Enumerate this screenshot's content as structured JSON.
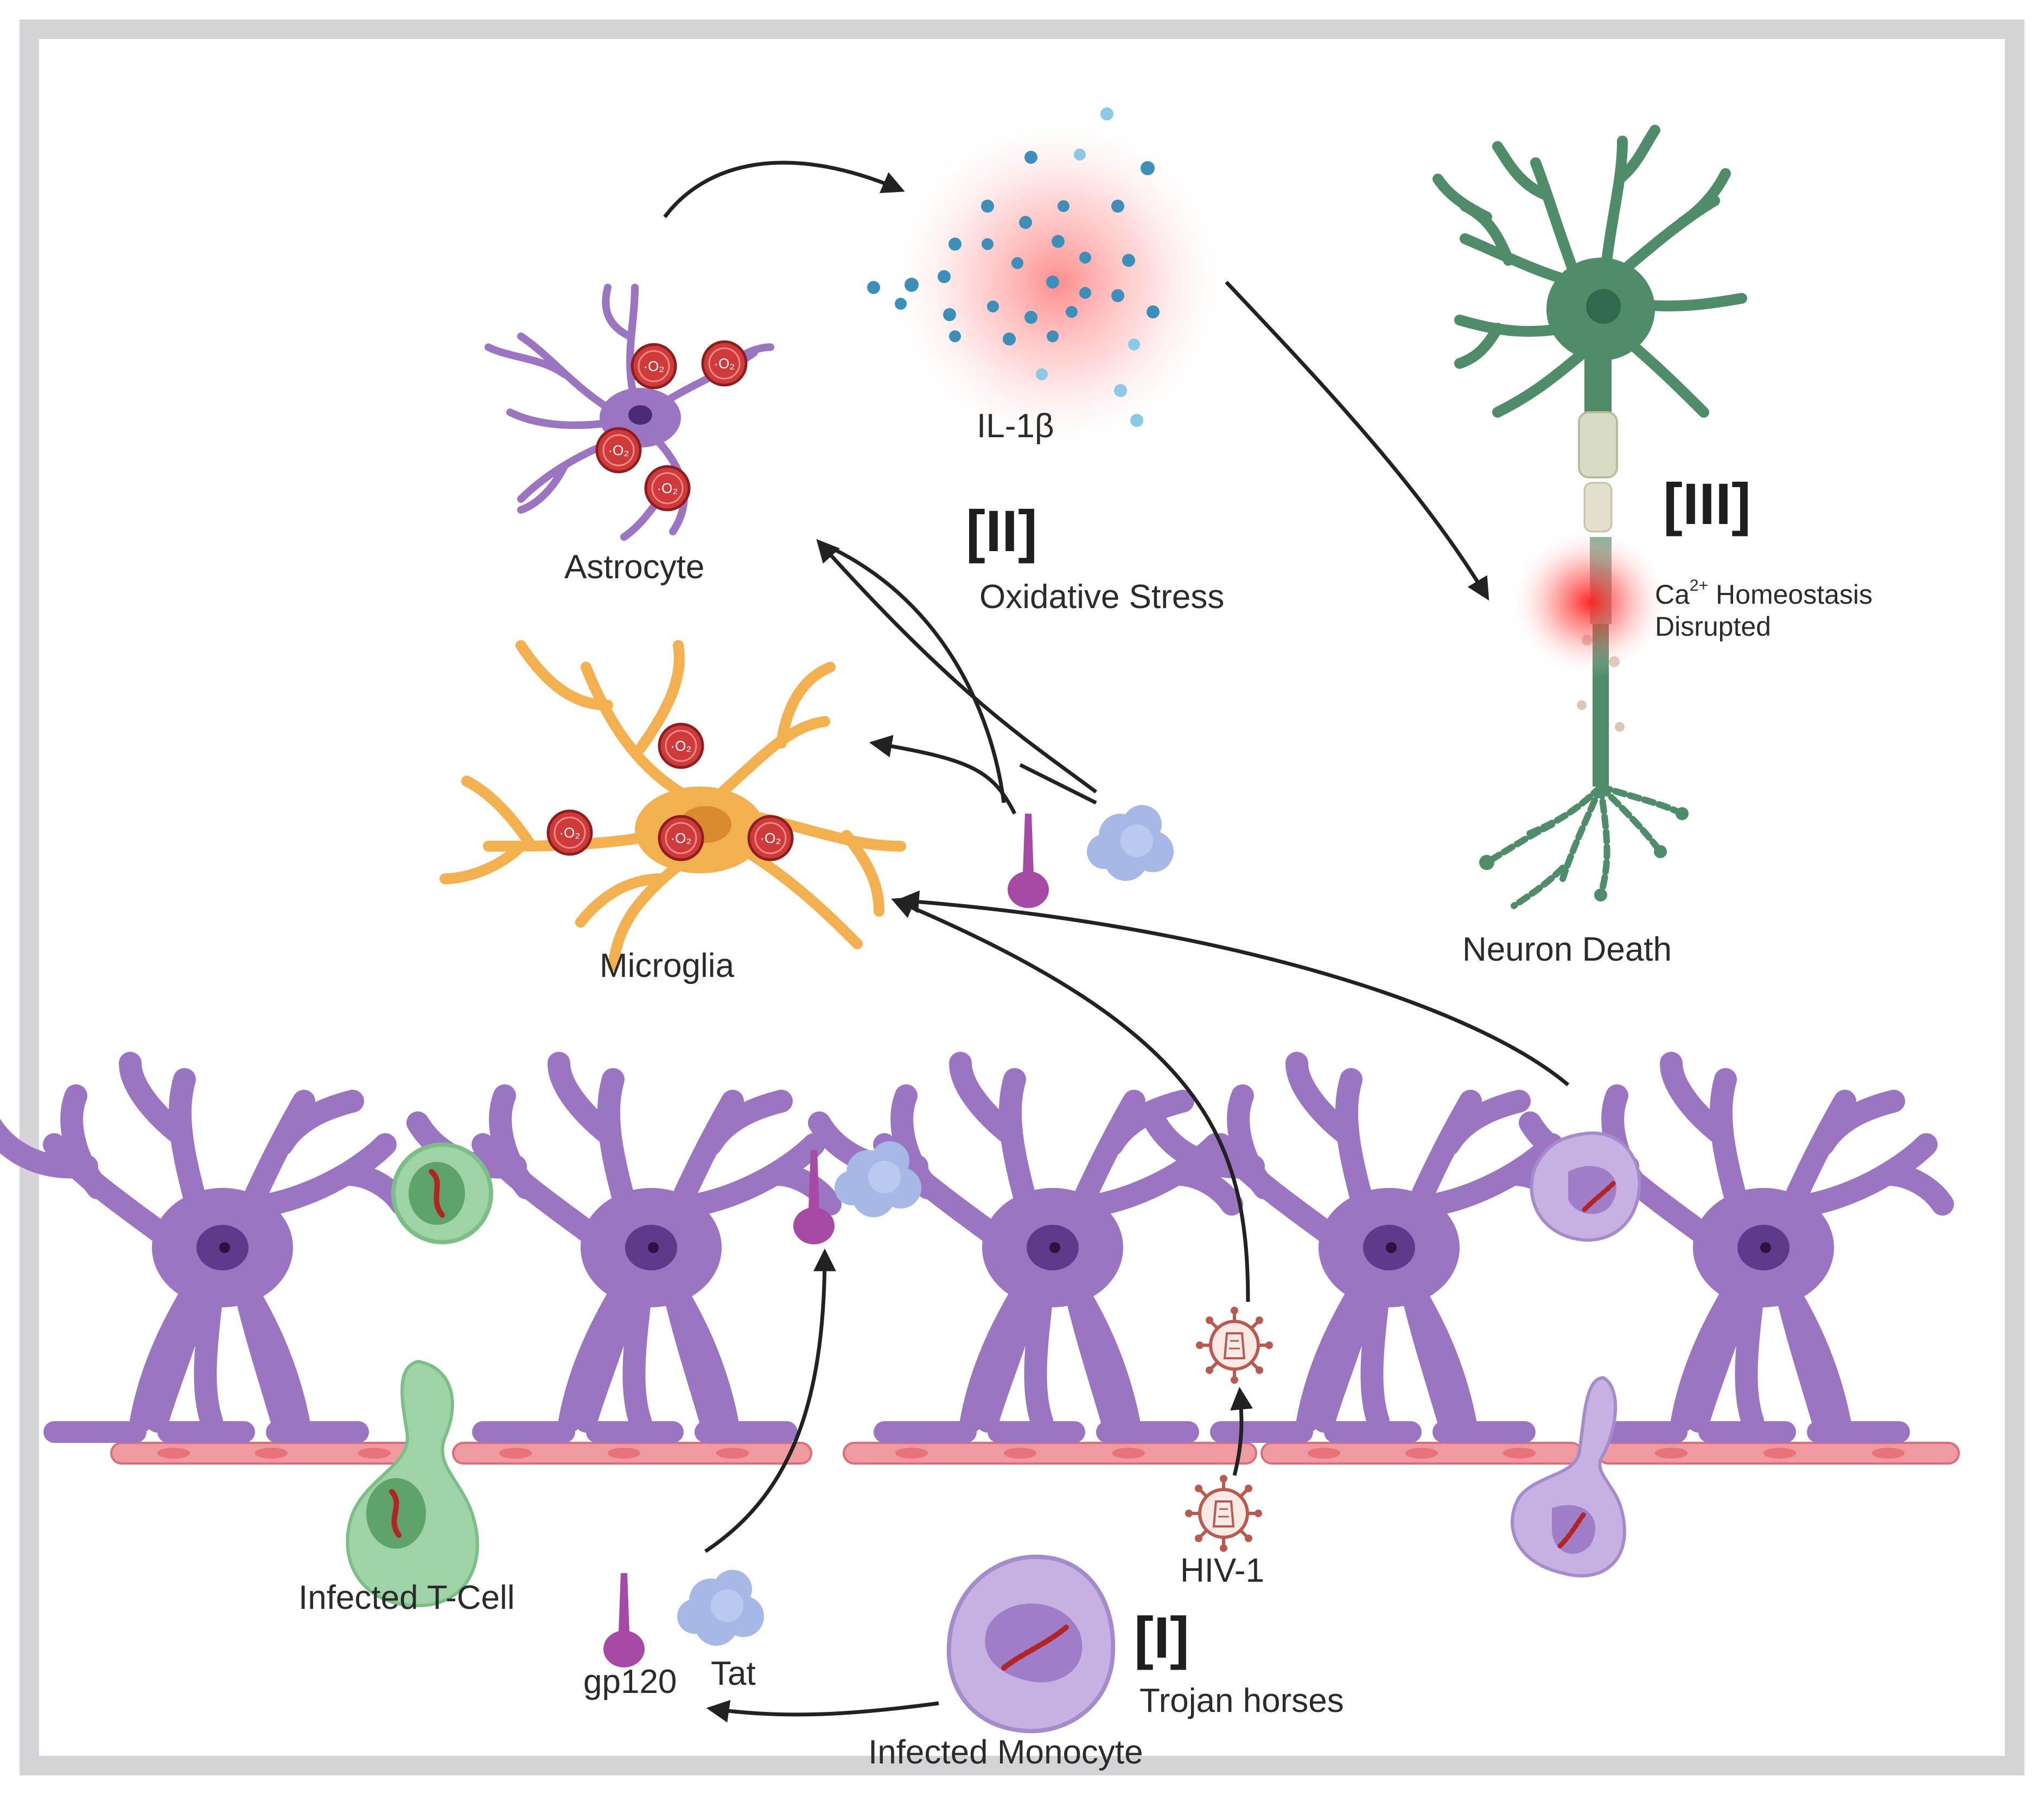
{
  "labels": {
    "astrocyte": "Astrocyte",
    "il1b": "IL-1β",
    "step2": "[II]",
    "oxidative_stress": "Oxidative Stress",
    "microglia": "Microglia",
    "step3": "[III]",
    "ca_prefix": "Ca",
    "ca_superscript": "2+",
    "ca_rest": " Homeostasis",
    "ca_line2": "Disrupted",
    "neuron_death": "Neuron Death",
    "infected_tcell": "Infected T-Cell",
    "gp120": "gp120",
    "tat": "Tat",
    "hiv1": "HIV-1",
    "step1": "[I]",
    "trojan_horses": "Trojan horses",
    "infected_monocyte": "Infected Monocyte"
  },
  "radical_text": "O₂",
  "colors": {
    "astrocyte": "#9b74c2",
    "microglia": "#f2b04e",
    "neuron": "#4f8d6a",
    "endothelium": "#ef9aa0",
    "radical": "#cf3a3a",
    "cytokine": "#3b8fb8",
    "hiv_virus": "#b85a4e",
    "gp120": "#a64aa6",
    "tat": "#a6b9e6",
    "tcell": "#9ed3a5",
    "monocyte": "#c7b1e3",
    "frame": "#d4d4d8"
  }
}
